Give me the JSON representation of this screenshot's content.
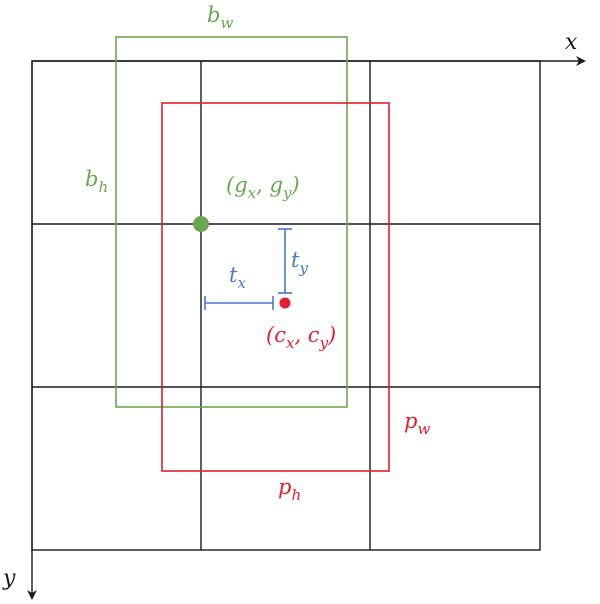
{
  "colors": {
    "grid": "#1a1a1a",
    "ground_truth": "#6aa84f",
    "prediction": "#e0202e",
    "offset": "#4a78c8"
  },
  "axes": {
    "x_label": "x",
    "y_label": "y"
  },
  "ground_truth_box": {
    "width_label": {
      "main": "b",
      "sub": "w"
    },
    "height_label": {
      "main": "b",
      "sub": "h"
    },
    "center_label": {
      "open": "(",
      "a": "g",
      "a_sub": "x",
      "sep": ", ",
      "b": "g",
      "b_sub": "y",
      "close": ")"
    }
  },
  "predicted_box": {
    "width_label": {
      "main": "p",
      "sub": "w"
    },
    "height_label": {
      "main": "p",
      "sub": "h"
    },
    "center_label": {
      "open": "(",
      "a": "c",
      "a_sub": "x",
      "sep": ", ",
      "b": "c",
      "b_sub": "y",
      "close": ")"
    }
  },
  "offsets": {
    "x_label": {
      "main": "t",
      "sub": "x"
    },
    "y_label": {
      "main": "t",
      "sub": "y"
    }
  }
}
